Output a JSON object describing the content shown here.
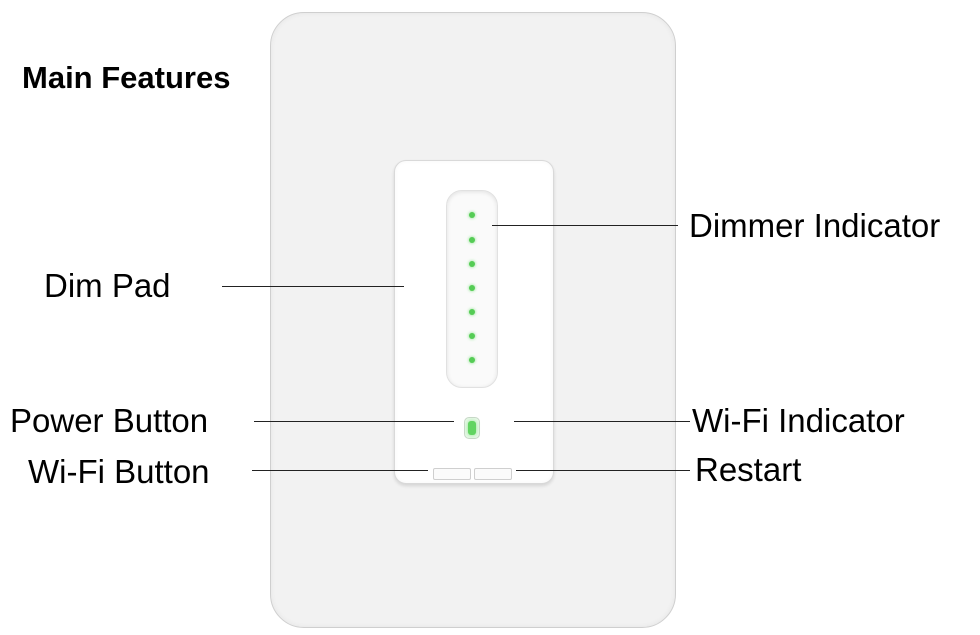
{
  "title": "Main Features",
  "labels": {
    "dim_pad": "Dim Pad",
    "power_button": "Power Button",
    "wifi_button": "Wi-Fi Button",
    "dimmer_indicator": "Dimmer Indicator",
    "wifi_indicator": "Wi-Fi Indicator",
    "restart": "Restart"
  },
  "device": {
    "dimmer_led_count": 7,
    "led_color": "#55cc55",
    "faceplate_color": "#f2f2f2"
  }
}
